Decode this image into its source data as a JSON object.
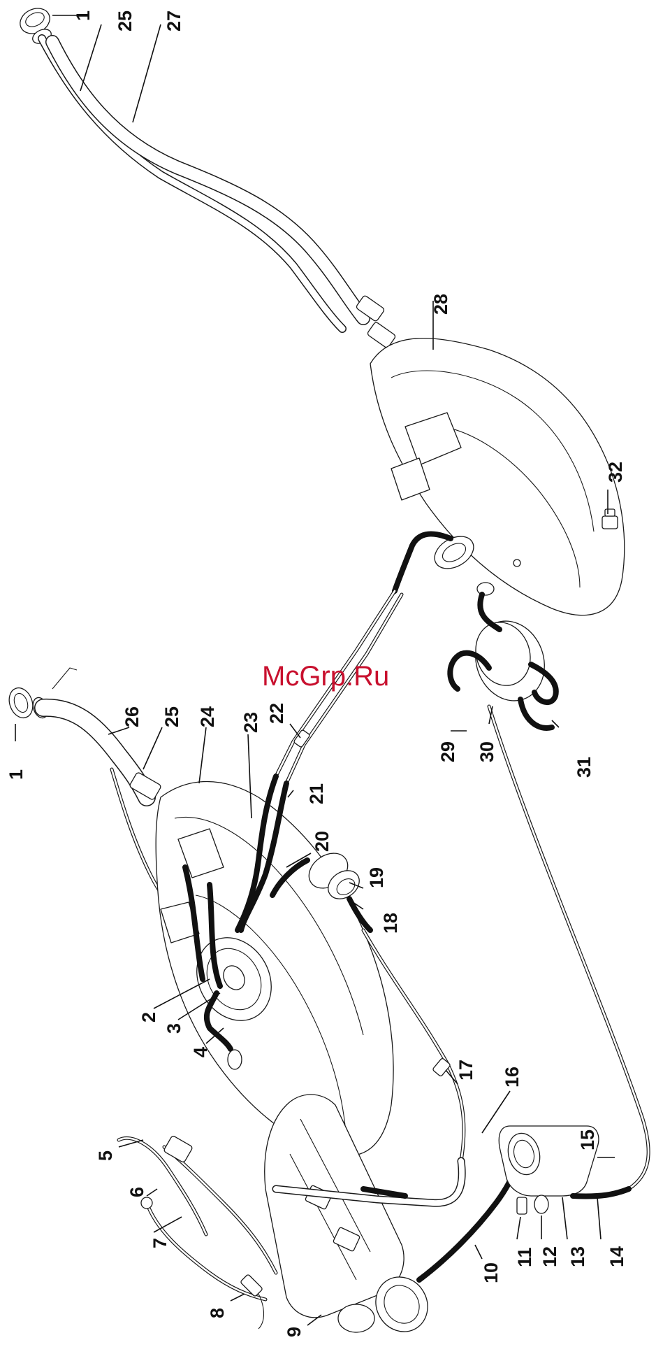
{
  "watermark": "McGrp.Ru",
  "callouts": [
    {
      "id": "c1a",
      "text": "1"
    },
    {
      "id": "c25a",
      "text": "25"
    },
    {
      "id": "c27",
      "text": "27"
    },
    {
      "id": "c28",
      "text": "28"
    },
    {
      "id": "c32",
      "text": "32"
    },
    {
      "id": "c1b",
      "text": "1"
    },
    {
      "id": "c26",
      "text": "26"
    },
    {
      "id": "c25b",
      "text": "25"
    },
    {
      "id": "c24",
      "text": "24"
    },
    {
      "id": "c23",
      "text": "23"
    },
    {
      "id": "c22",
      "text": "22"
    },
    {
      "id": "c21",
      "text": "21"
    },
    {
      "id": "c20",
      "text": "20"
    },
    {
      "id": "c19",
      "text": "19"
    },
    {
      "id": "c18",
      "text": "18"
    },
    {
      "id": "c29",
      "text": "29"
    },
    {
      "id": "c30",
      "text": "30"
    },
    {
      "id": "c31",
      "text": "31"
    },
    {
      "id": "c2",
      "text": "2"
    },
    {
      "id": "c3",
      "text": "3"
    },
    {
      "id": "c4",
      "text": "4"
    },
    {
      "id": "c5",
      "text": "5"
    },
    {
      "id": "c6",
      "text": "6"
    },
    {
      "id": "c7",
      "text": "7"
    },
    {
      "id": "c8",
      "text": "8"
    },
    {
      "id": "c9",
      "text": "9"
    },
    {
      "id": "c10",
      "text": "10"
    },
    {
      "id": "c11",
      "text": "11"
    },
    {
      "id": "c12",
      "text": "12"
    },
    {
      "id": "c13",
      "text": "13"
    },
    {
      "id": "c14",
      "text": "14"
    },
    {
      "id": "c15",
      "text": "15"
    },
    {
      "id": "c16",
      "text": "16"
    },
    {
      "id": "c17",
      "text": "17"
    }
  ]
}
